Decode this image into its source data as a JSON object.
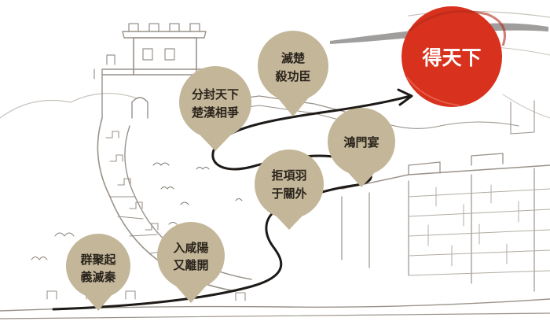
{
  "milestones": [
    {
      "line1": "群聚起",
      "line2": "義滅秦"
    },
    {
      "line1": "入咸陽",
      "line2": "又離開"
    },
    {
      "line1": "拒項羽",
      "line2": "于關外"
    },
    {
      "line1": "分封天下",
      "line2": "楚漢相爭"
    },
    {
      "line1": "滅楚",
      "line2": "殺功臣"
    },
    {
      "line1": "鴻門宴",
      "line2": ""
    }
  ],
  "goal": {
    "label": "得天下"
  },
  "colors": {
    "pin": "#c3b699",
    "pin_text": "#2a241c",
    "goal_red": "#d8321e",
    "goal_text": "#ffffff",
    "path": "#1d1a17",
    "sketch": "#9a928a",
    "sketch_light": "#c8c2bb"
  }
}
